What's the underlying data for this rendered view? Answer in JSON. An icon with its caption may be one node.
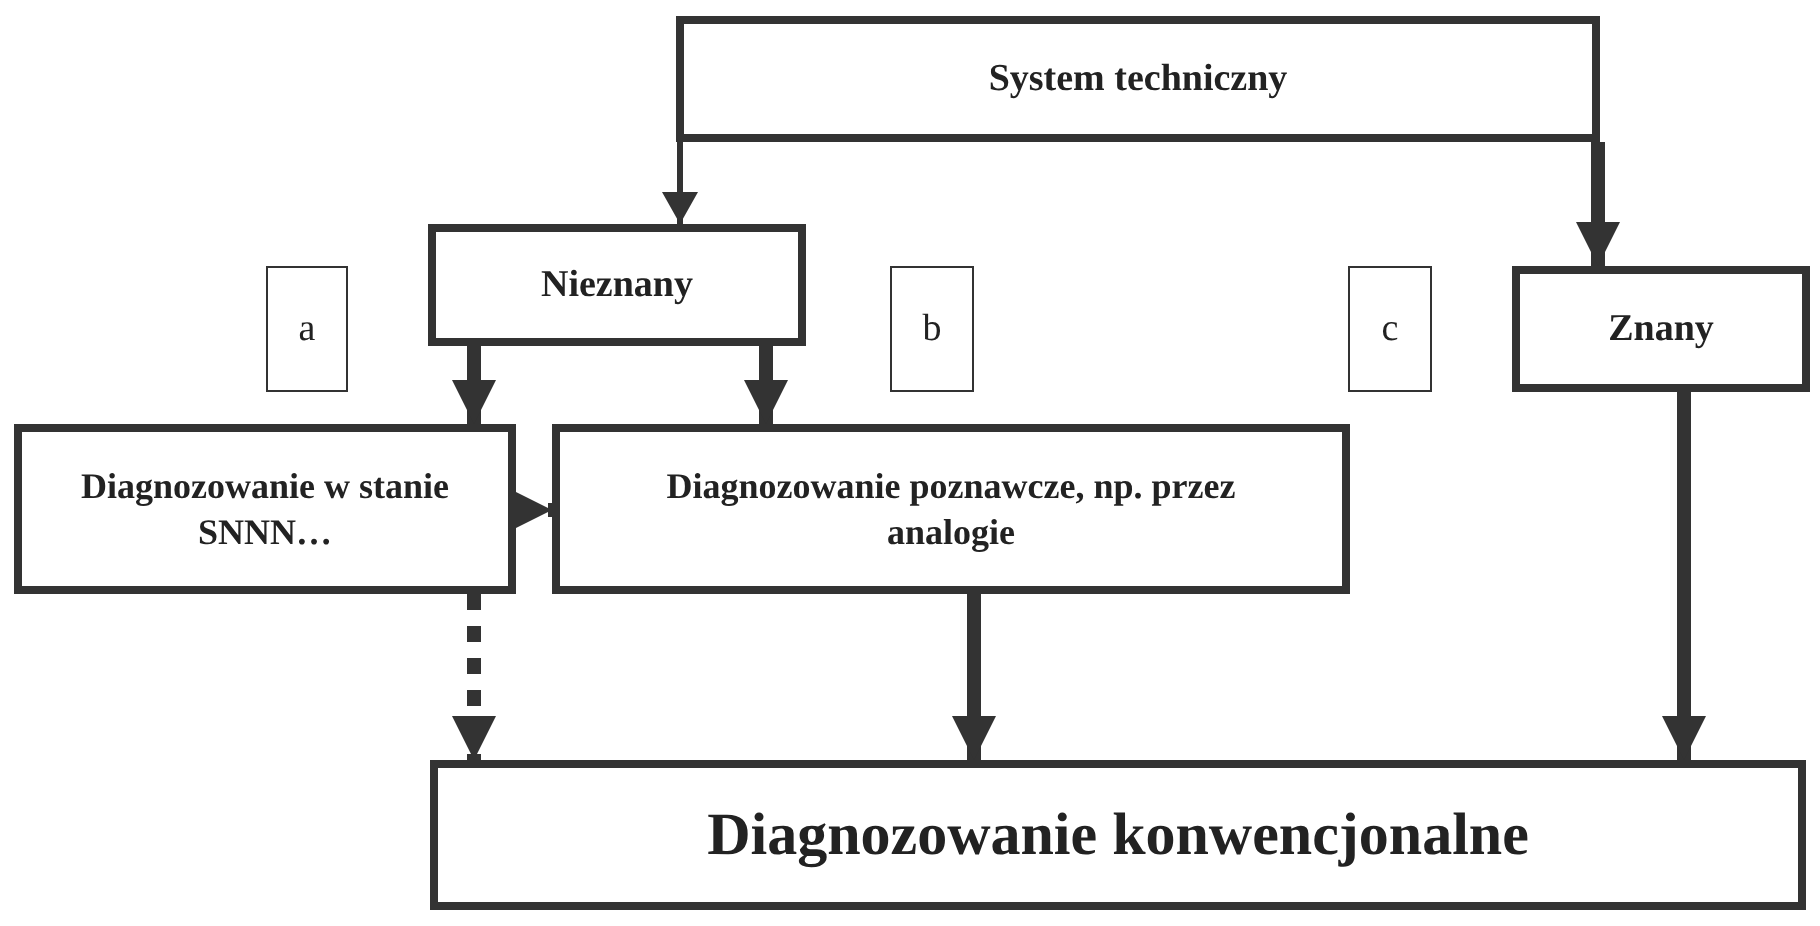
{
  "diagram": {
    "nodes": [
      {
        "text": [
          "System techniczny"
        ]
      },
      {
        "text": [
          "Nieznany"
        ]
      },
      {
        "text": [
          "a"
        ]
      },
      {
        "text": [
          "b"
        ]
      },
      {
        "text": [
          "c"
        ]
      },
      {
        "text": [
          "Znany"
        ]
      },
      {
        "text": [
          "Diagnozowanie w stanie SNNN…"
        ]
      },
      {
        "text": [
          "Diagnozowanie poznawcze, np. przez analogie"
        ]
      },
      {
        "text": [
          "Diagnozowanie konwencjonalne"
        ]
      }
    ],
    "edges": [
      {
        "from": 0,
        "to": 1,
        "arrow": "to"
      },
      {
        "from": 0,
        "to": 5,
        "arrow": "to"
      },
      {
        "from": 1,
        "to": 6,
        "arrow": "to"
      },
      {
        "from": 1,
        "to": 7,
        "arrow": "to"
      },
      {
        "from": 6,
        "to": 7,
        "arrow": "to",
        "style": "dashed"
      },
      {
        "from": 6,
        "to": 8,
        "arrow": "to",
        "style": "dashed"
      },
      {
        "from": 7,
        "to": 8,
        "arrow": "to"
      },
      {
        "from": 5,
        "to": 8,
        "arrow": "to"
      }
    ]
  }
}
